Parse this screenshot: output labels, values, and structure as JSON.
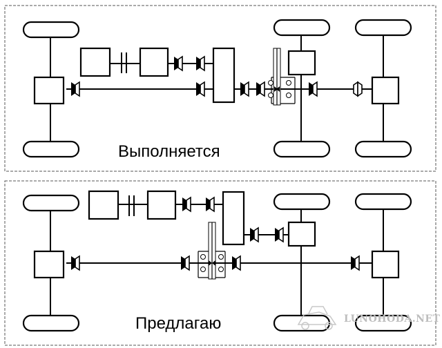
{
  "panels": [
    {
      "caption": "Выполняется"
    },
    {
      "caption": "Предлагаю"
    }
  ],
  "watermark": "LUNOHODA.NET",
  "colors": {
    "line": "#000000",
    "frame": "#555555",
    "watermark": "#bdbdbd"
  }
}
